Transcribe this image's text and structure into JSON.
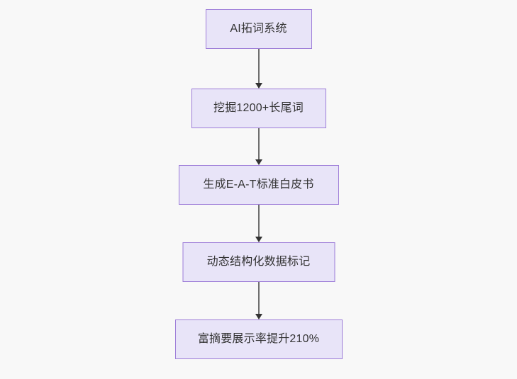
{
  "diagram": {
    "type": "flowchart",
    "direction": "top-to-bottom",
    "background_color": "#f8f8f8",
    "node_fill_color": "#e8e4f8",
    "node_border_color": "#9d7cd8",
    "text_color": "#333333",
    "edge_color": "#707070",
    "arrowhead_color": "#333333",
    "nodes": [
      {
        "id": "n1",
        "label": "AI拓词系统"
      },
      {
        "id": "n2",
        "label": "挖掘1200+长尾词"
      },
      {
        "id": "n3",
        "label": "生成E-A-T标准白皮书"
      },
      {
        "id": "n4",
        "label": "动态结构化数据标记"
      },
      {
        "id": "n5",
        "label": "富摘要展示率提升210%"
      }
    ],
    "edges": [
      {
        "from": "n1",
        "to": "n2",
        "arrow": "down-arrow-icon"
      },
      {
        "from": "n2",
        "to": "n3",
        "arrow": "down-arrow-icon"
      },
      {
        "from": "n3",
        "to": "n4",
        "arrow": "down-arrow-icon"
      },
      {
        "from": "n4",
        "to": "n5",
        "arrow": "down-arrow-icon"
      }
    ]
  }
}
